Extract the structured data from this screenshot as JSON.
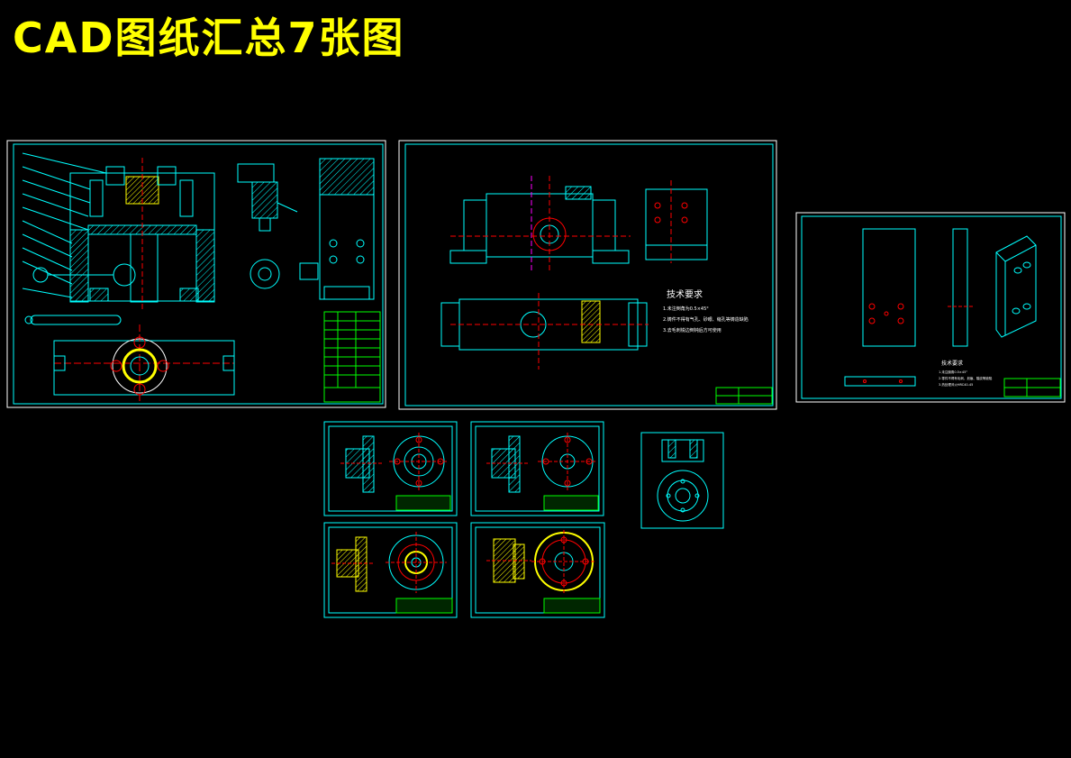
{
  "title": "CAD图纸汇总7张图",
  "sheet2": {
    "tech_req_title": "技术要求",
    "tech_req_lines": [
      "1.未注倒角为0.5×45°",
      "2.铸件不得有气孔、砂眼、缩孔等铸造缺陷",
      "3.去毛刺锐边倒钝后方可使用"
    ]
  },
  "sheet3": {
    "tech_req_title": "技术要求",
    "tech_req_lines": [
      "1.未注倒角0.5×45°",
      "2.零件不得有毛刺、划痕、裂纹等缺陷",
      "3.热处理淬火HRC40-45"
    ]
  },
  "colors": {
    "background": "#000000",
    "title": "#ffff00",
    "border": "#00ffff",
    "outline": "#00ffff",
    "section": "#ffff00",
    "center_line": "#ff0000",
    "table": "#00ff00",
    "note_text": "#ffffff"
  }
}
